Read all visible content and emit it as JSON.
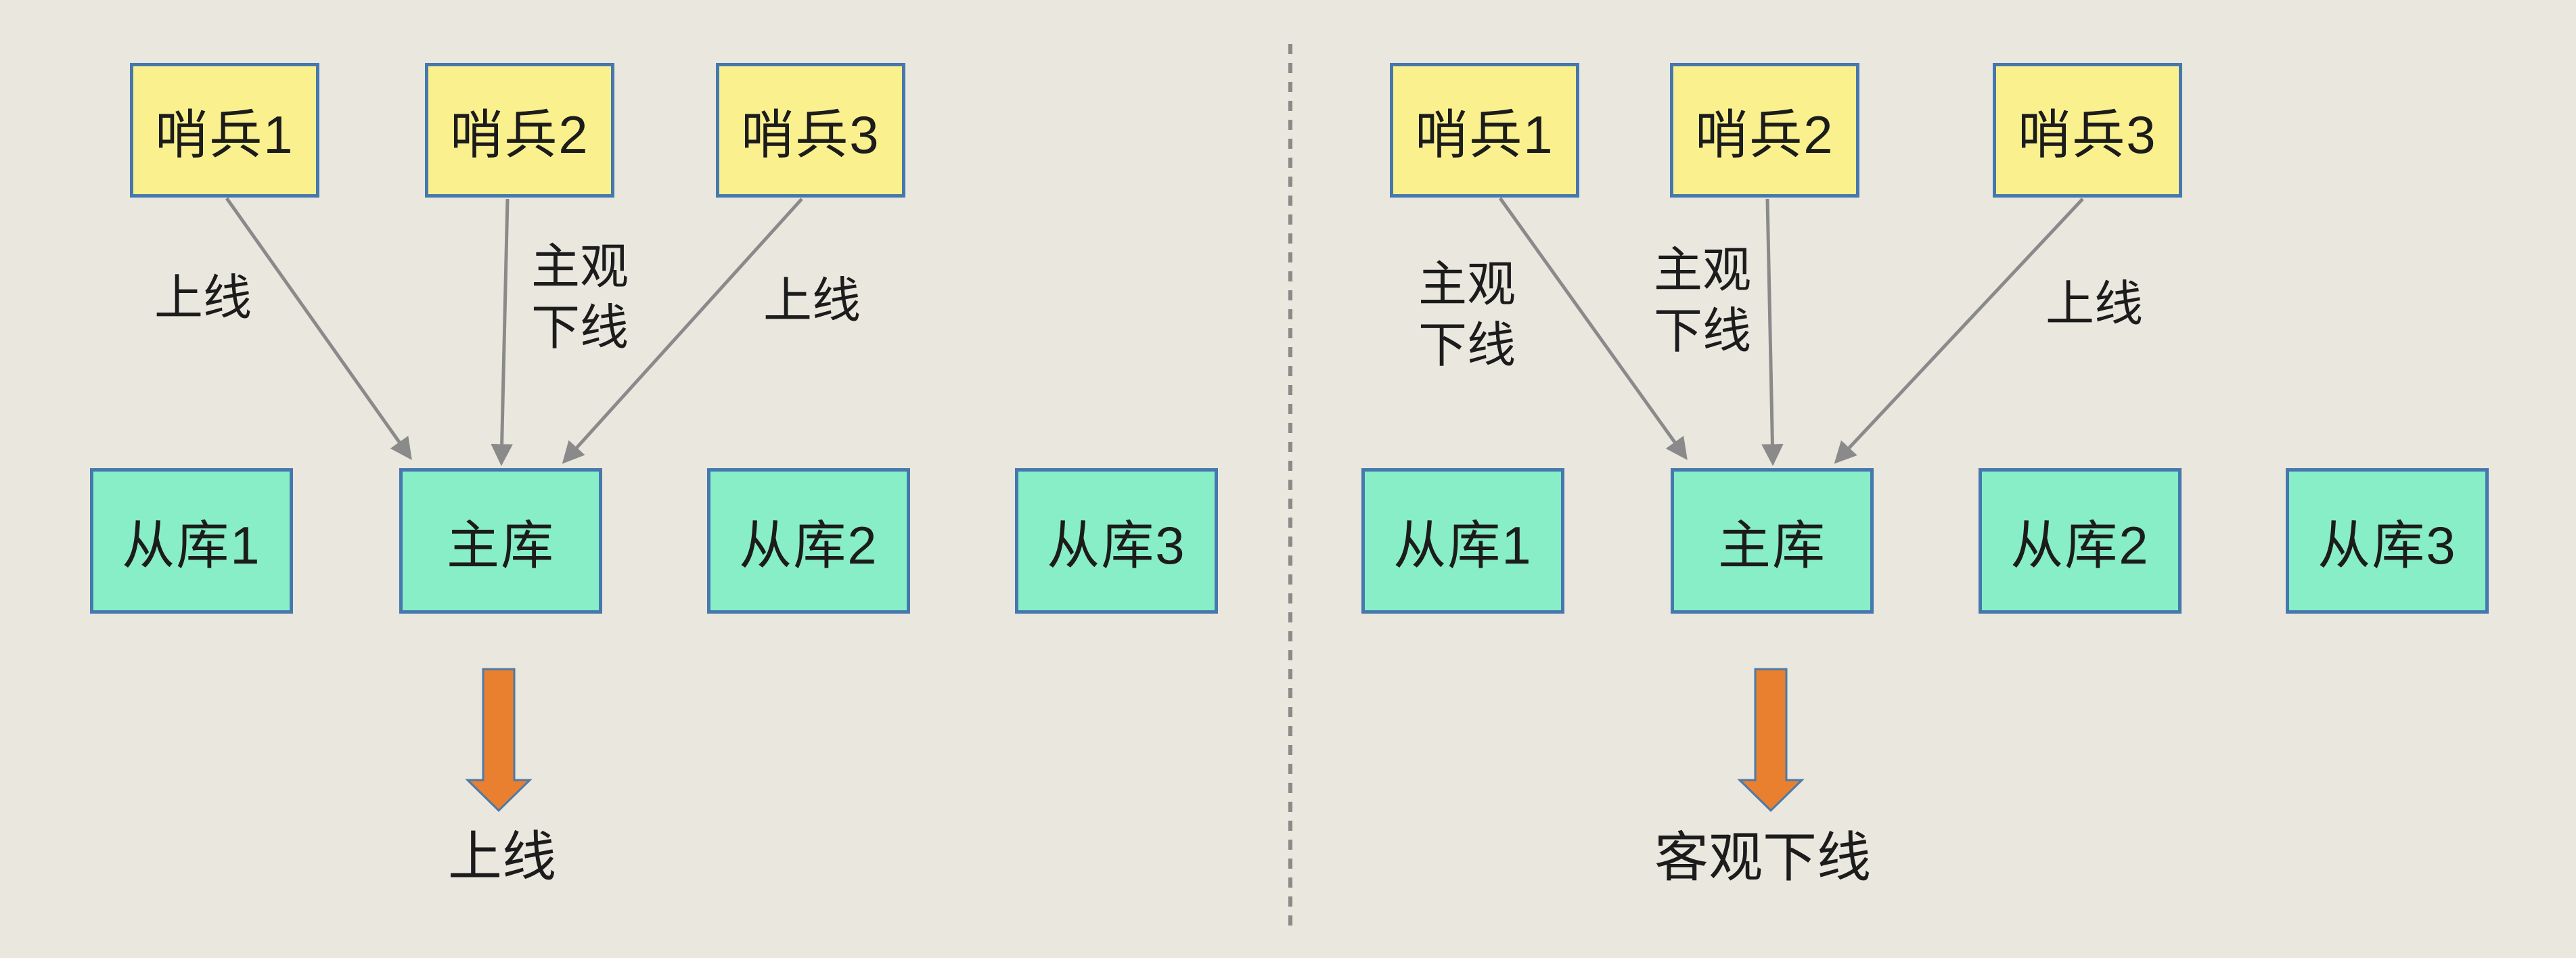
{
  "diagram": {
    "description": "Redis sentinel online / offline judgement diagram, two phases separated by a dashed divider",
    "colors": {
      "background": "#e9e7de",
      "sentinel_fill": "#faf18e",
      "database_fill": "#87eec7",
      "box_border": "#4678ae",
      "connector": "#8a8a8a",
      "result_arrow_fill": "#e8802f",
      "result_arrow_border": "#4e79a7",
      "text": "#1c1c1c"
    },
    "panels": [
      {
        "name": "left",
        "sentinels": [
          "哨兵1",
          "哨兵2",
          "哨兵3"
        ],
        "databases": [
          "从库1",
          "主库",
          "从库2",
          "从库3"
        ],
        "edge_labels": [
          "上线",
          "主观\n下线",
          "上线"
        ],
        "result_label": "上线"
      },
      {
        "name": "right",
        "sentinels": [
          "哨兵1",
          "哨兵2",
          "哨兵3"
        ],
        "databases": [
          "从库1",
          "主库",
          "从库2",
          "从库3"
        ],
        "edge_labels": [
          "主观\n下线",
          "主观\n下线",
          "上线"
        ],
        "result_label": "客观下线"
      }
    ]
  }
}
